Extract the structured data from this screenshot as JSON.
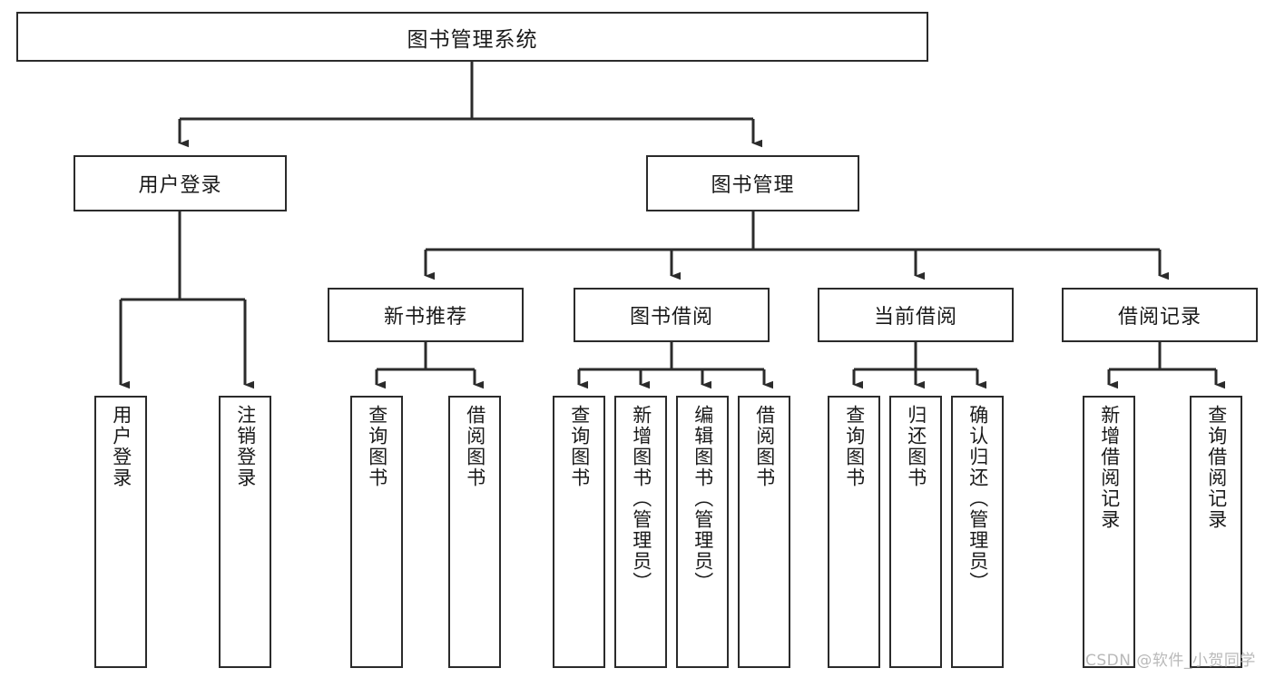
{
  "diagram": {
    "type": "hierarchy-tree",
    "title": "图书管理系统",
    "watermark": "CSDN @软件_小贺同学",
    "colors": {
      "stroke": "#2b2b2b",
      "fill": "#ffffff",
      "text": "#1a1a1a",
      "watermark": "#b9b9b9"
    },
    "nodes": {
      "root": {
        "label": "图书管理系统"
      },
      "level2": [
        {
          "label": "用户登录"
        },
        {
          "label": "图书管理"
        }
      ],
      "level3": [
        {
          "label": "新书推荐"
        },
        {
          "label": "图书借阅"
        },
        {
          "label": "当前借阅"
        },
        {
          "label": "借阅记录"
        }
      ],
      "leaves": {
        "user_login": [
          {
            "label": "用户登录"
          },
          {
            "label": "注销登录"
          }
        ],
        "new_book": [
          {
            "label": "查询图书"
          },
          {
            "label": "借阅图书"
          }
        ],
        "borrow_book": [
          {
            "label": "查询图书"
          },
          {
            "label": "新增图书（管理员）"
          },
          {
            "label": "编辑图书（管理员）"
          },
          {
            "label": "借阅图书"
          }
        ],
        "current_borrow": [
          {
            "label": "查询图书"
          },
          {
            "label": "归还图书"
          },
          {
            "label": "确认归还（管理员）"
          }
        ],
        "borrow_record": [
          {
            "label": "新增借阅记录"
          },
          {
            "label": "查询借阅记录"
          }
        ]
      }
    }
  }
}
